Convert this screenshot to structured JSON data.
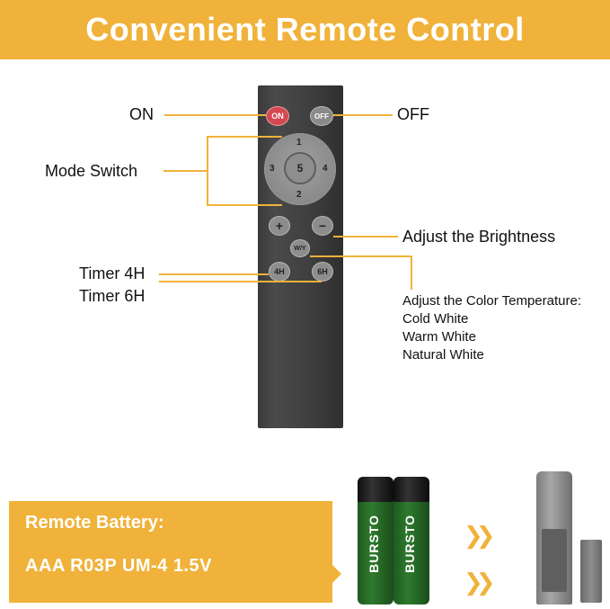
{
  "header": {
    "title": "Convenient Remote Control"
  },
  "remote": {
    "on_label": "ON",
    "off_label": "OFF",
    "dpad": {
      "top": "1",
      "bottom": "2",
      "left": "3",
      "right": "4",
      "center": "5"
    },
    "plus_label": "+",
    "minus_label": "−",
    "color_temp_label": "W/Y",
    "timer4_label": "4H",
    "timer6_label": "6H"
  },
  "labels": {
    "on": "ON",
    "off": "OFF",
    "mode_switch": "Mode Switch",
    "brightness": "Adjust the Brightness",
    "timer4": "Timer 4H",
    "timer6": "Timer 6H",
    "color_temp_title": "Adjust the Color Temperature:",
    "cold_white": "Cold White",
    "warm_white": "Warm White",
    "natural_white": "Natural White"
  },
  "battery": {
    "title": "Remote Battery:",
    "spec": "AAA R03P UM-4 1.5V",
    "brand": "BURSTO"
  },
  "colors": {
    "accent": "#f0b23a",
    "on_button": "#d4484f",
    "remote_body": "#3f3f3f"
  }
}
